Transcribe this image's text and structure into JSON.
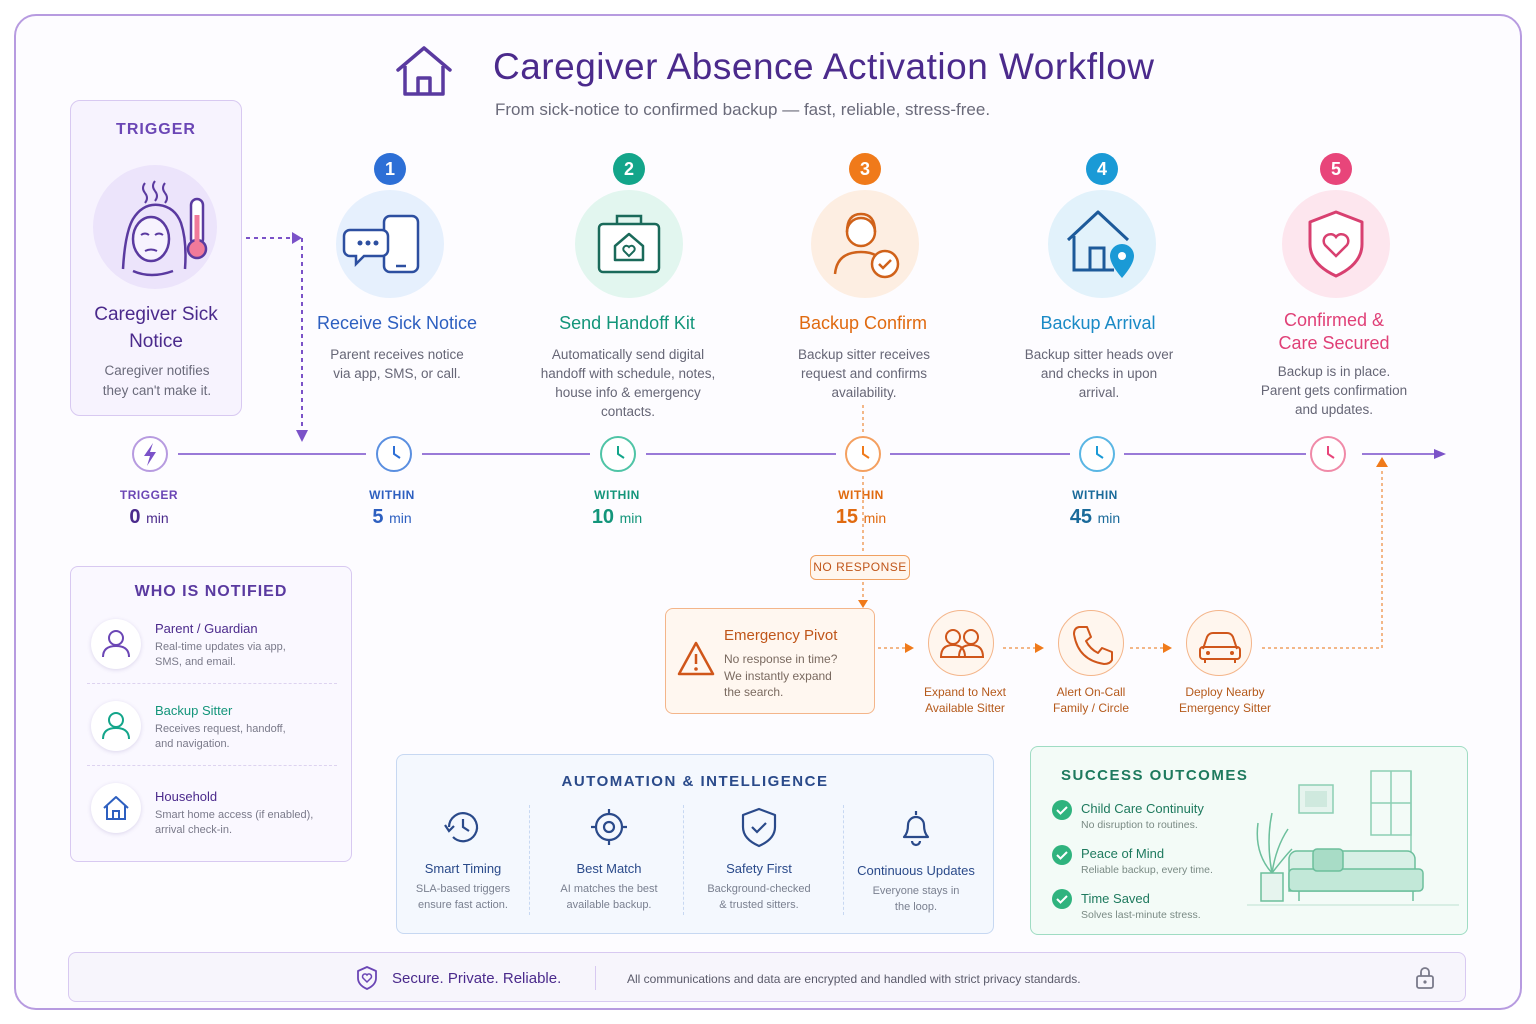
{
  "header": {
    "title": "Caregiver Absence Activation Workflow",
    "subtitle": "From sick-notice to confirmed backup — fast, reliable, stress-free."
  },
  "trigger": {
    "label": "TRIGGER",
    "title_line1": "Caregiver Sick",
    "title_line2": "Notice",
    "desc_line1": "Caregiver notifies",
    "desc_line2": "they can't make it."
  },
  "steps": [
    {
      "num": "1",
      "title": "Receive Sick Notice",
      "desc": "Parent receives notice via app, SMS, or call.",
      "color": "#2d6fd6"
    },
    {
      "num": "2",
      "title": "Send Handoff Kit",
      "desc": "Automatically send digital handoff with schedule, notes, house info & emergency contacts.",
      "color": "#13a58a"
    },
    {
      "num": "3",
      "title": "Backup Confirm",
      "desc": "Backup sitter receives request and confirms availability.",
      "color": "#f07a1a"
    },
    {
      "num": "4",
      "title": "Backup Arrival",
      "desc": "Backup sitter heads over and checks in upon arrival.",
      "color": "#1a9ad6"
    },
    {
      "num": "5",
      "title_line1": "Confirmed &",
      "title_line2": "Care Secured",
      "desc": "Backup is in place. Parent gets confirmation and updates.",
      "color": "#e8457a"
    }
  ],
  "timeline": [
    {
      "label": "TRIGGER",
      "value": "0",
      "unit": "min"
    },
    {
      "label": "WITHIN",
      "value": "5",
      "unit": "min"
    },
    {
      "label": "WITHIN",
      "value": "10",
      "unit": "min"
    },
    {
      "label": "WITHIN",
      "value": "15",
      "unit": "min"
    },
    {
      "label": "WITHIN",
      "value": "45",
      "unit": "min"
    }
  ],
  "no_response": "NO RESPONSE",
  "emergency": {
    "title": "Emergency Pivot",
    "desc_line1": "No response in time?",
    "desc_line2": "We instantly expand",
    "desc_line3": "the search.",
    "actions": [
      {
        "line1": "Expand to Next",
        "line2": "Available Sitter"
      },
      {
        "line1": "Alert On-Call",
        "line2": "Family / Circle"
      },
      {
        "line1": "Deploy Nearby",
        "line2": "Emergency Sitter"
      }
    ]
  },
  "who": {
    "title": "WHO IS NOTIFIED",
    "items": [
      {
        "name": "Parent / Guardian",
        "desc_line1": "Real-time updates via app,",
        "desc_line2": "SMS, and email."
      },
      {
        "name": "Backup Sitter",
        "desc_line1": "Receives request, handoff,",
        "desc_line2": "and navigation."
      },
      {
        "name": "Household",
        "desc_line1": "Smart home access (if enabled),",
        "desc_line2": "arrival check-in."
      }
    ]
  },
  "automation": {
    "title": "AUTOMATION & INTELLIGENCE",
    "items": [
      {
        "title": "Smart Timing",
        "desc_line1": "SLA-based triggers",
        "desc_line2": "ensure fast action."
      },
      {
        "title": "Best Match",
        "desc_line1": "AI matches the best",
        "desc_line2": "available backup."
      },
      {
        "title": "Safety First",
        "desc_line1": "Background-checked",
        "desc_line2": "& trusted sitters."
      },
      {
        "title": "Continuous Updates",
        "desc_line1": "Everyone stays in",
        "desc_line2": "the loop."
      }
    ]
  },
  "success": {
    "title": "SUCCESS OUTCOMES",
    "items": [
      {
        "title": "Child Care Continuity",
        "desc": "No disruption to routines."
      },
      {
        "title": "Peace of Mind",
        "desc": "Reliable backup, every time."
      },
      {
        "title": "Time Saved",
        "desc": "Solves last-minute stress."
      }
    ]
  },
  "footer": {
    "main": "Secure. Private. Reliable.",
    "sub": "All communications and data are encrypted and handled with strict privacy standards."
  },
  "colors": {
    "purple": "#6b46b5",
    "blue": "#2d6fd6",
    "green": "#13a58a",
    "orange": "#f07a1a",
    "cyan": "#1a9ad6",
    "pink": "#e8457a"
  }
}
